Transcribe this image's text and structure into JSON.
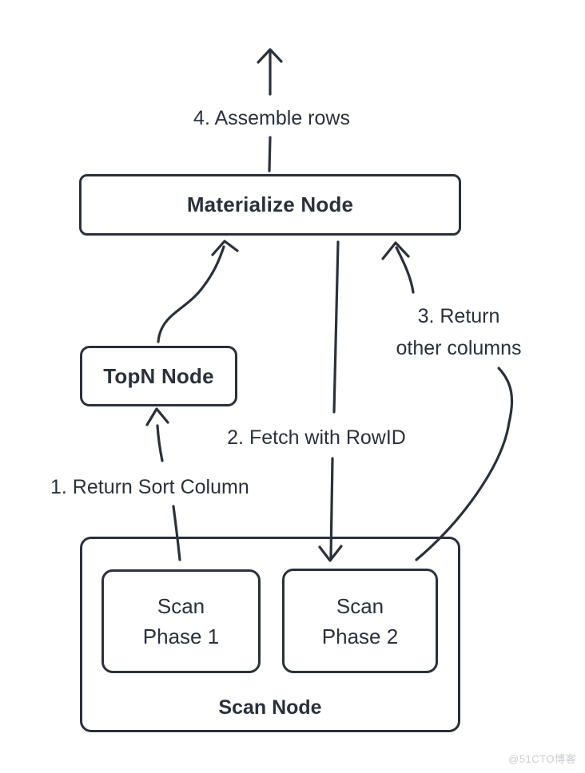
{
  "diagram": {
    "nodes": {
      "materialize": {
        "label": "Materialize Node"
      },
      "topn": {
        "label": "TopN Node"
      },
      "scan": {
        "label": "Scan Node"
      },
      "scan_phase1": {
        "line1": "Scan",
        "line2": "Phase 1"
      },
      "scan_phase2": {
        "line1": "Scan",
        "line2": "Phase 2"
      }
    },
    "annotations": {
      "step1": "1. Return Sort Column",
      "step2": "2. Fetch with RowID",
      "step3_line1": "3. Return",
      "step3_line2": "other columns",
      "step4": "4. Assemble rows"
    },
    "colors": {
      "stroke": "#2b313b",
      "text": "#2b313b",
      "background": "#ffffff",
      "watermark": "#c9ccd2"
    }
  },
  "watermark": {
    "text": "@51CTO博客"
  }
}
